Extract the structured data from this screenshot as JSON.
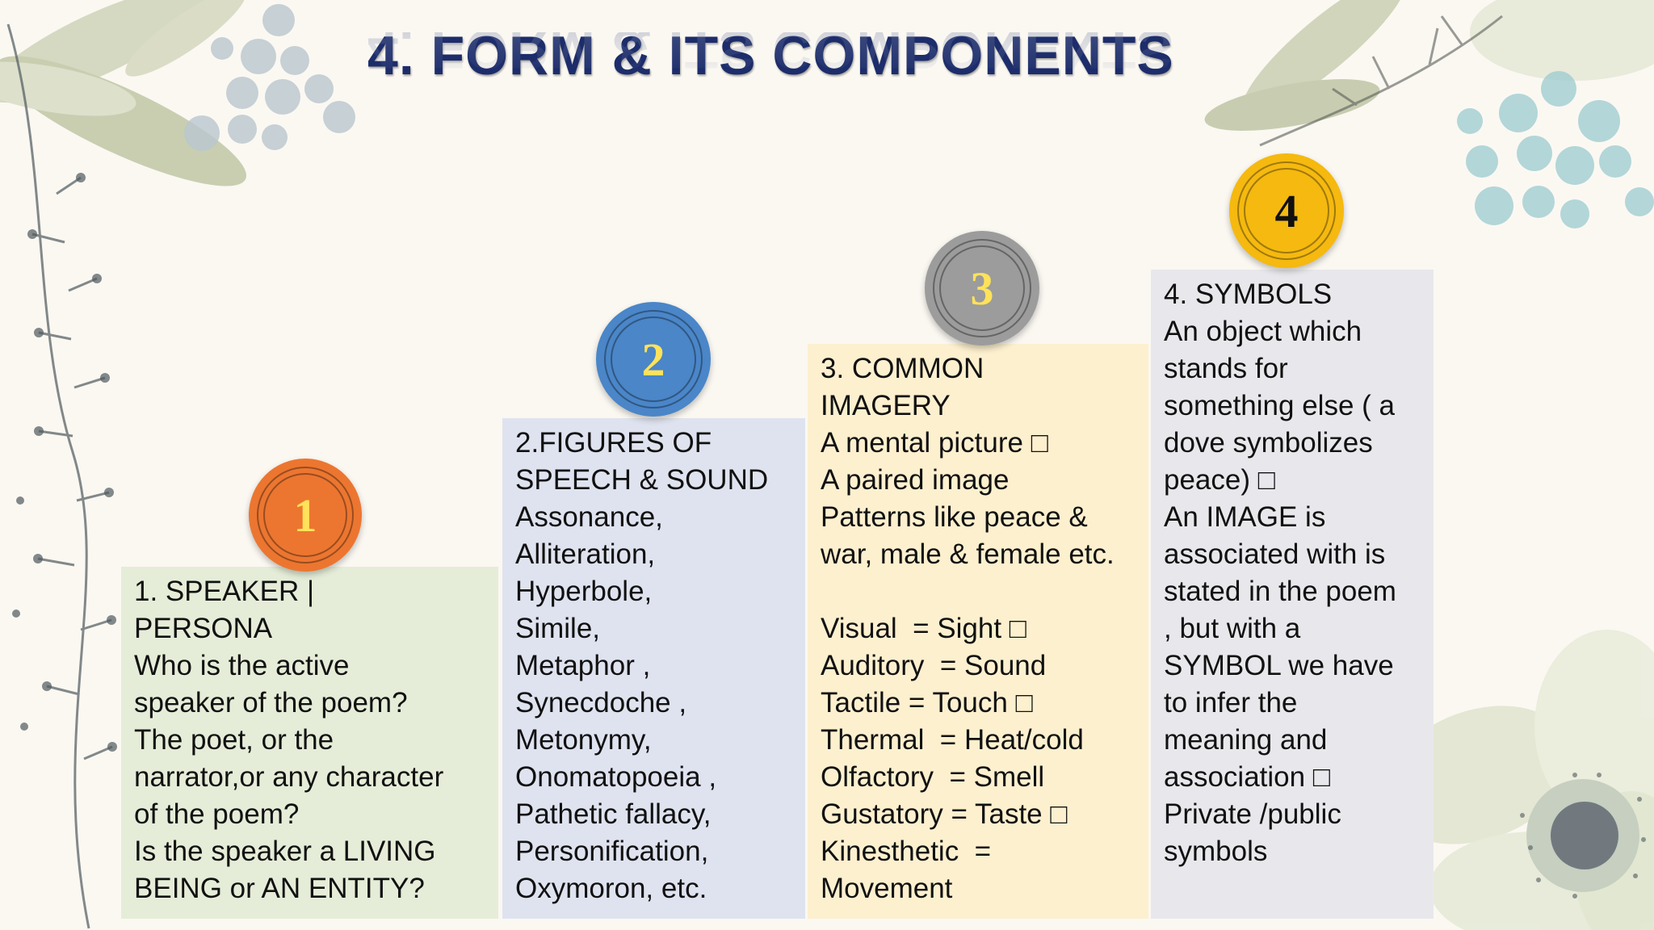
{
  "slide": {
    "title": "4. FORM & ITS COMPONENTS"
  },
  "columns": [
    {
      "number": "1",
      "lines": [
        "1. SPEAKER |",
        "PERSONA",
        "Who is the active",
        "speaker of the poem?",
        "The poet, or the",
        "narrator,or any character",
        "of the poem?",
        "Is the speaker a LIVING",
        "BEING or AN ENTITY?"
      ]
    },
    {
      "number": "2",
      "lines": [
        "2.FIGURES OF",
        "SPEECH & SOUND",
        "Assonance,",
        "Alliteration,",
        "Hyperbole,",
        "Simile,",
        "Metaphor ,",
        "Synecdoche ,",
        "Metonymy,",
        "Onomatopoeia ,",
        "Pathetic fallacy,",
        "Personification,",
        "Oxymoron, etc."
      ]
    },
    {
      "number": "3",
      "lines": [
        "3. COMMON",
        "IMAGERY",
        "A mental picture □",
        "A paired image",
        "Patterns like peace &",
        "war, male & female etc.",
        " ",
        "Visual  = Sight □",
        "Auditory  = Sound",
        "Tactile = Touch □",
        "Thermal  = Heat/cold",
        "Olfactory  = Smell",
        "Gustatory = Taste □",
        "Kinesthetic  =",
        "Movement"
      ]
    },
    {
      "number": "4",
      "lines": [
        "4. SYMBOLS",
        "An object which",
        "stands for",
        "something else ( a",
        "dove symbolizes",
        "peace) □",
        "An IMAGE is",
        "associated with is",
        "stated in the poem",
        ", but with a",
        "SYMBOL we have",
        "to infer the",
        "meaning and",
        "association □",
        "Private /public",
        "symbols"
      ]
    }
  ],
  "colors": {
    "title": "#1d2d6b",
    "badge1": "#ec7630",
    "badge2": "#4a86c8",
    "badge3": "#9c9c9c",
    "badge4": "#f5b90f",
    "box1": "#e5edd8",
    "box2": "#dfe3ef",
    "box3": "#fdf0cf",
    "box4": "#e8e8ec"
  }
}
